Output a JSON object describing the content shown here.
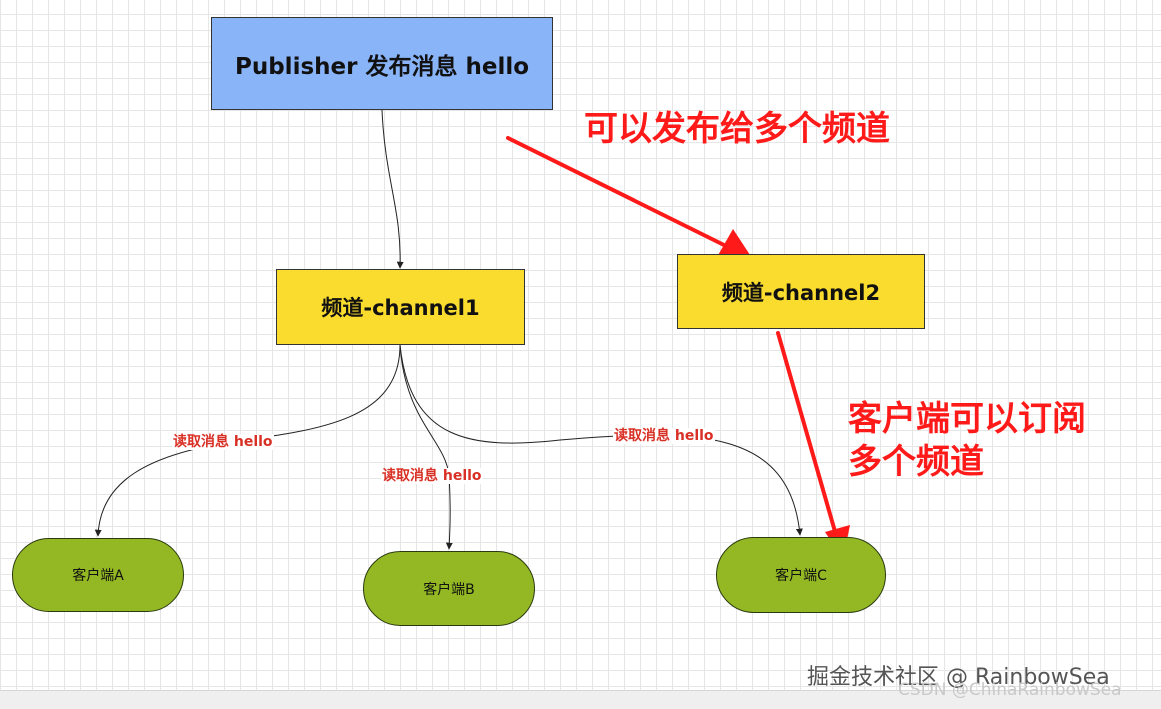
{
  "nodes": {
    "publisher": "Publisher 发布消息 hello",
    "channel1": "频道-channel1",
    "channel2": "频道-channel2",
    "client_a": "客户端A",
    "client_b": "客户端B",
    "client_c": "客户端C"
  },
  "edge_labels": {
    "to_a": "读取消息 hello",
    "to_b": "读取消息 hello",
    "to_c": "读取消息 hello"
  },
  "annotations": {
    "multi_channel_publish": "可以发布给多个频道",
    "client_subscribe_line1": "客户端可以订阅",
    "client_subscribe_line2": "多个频道"
  },
  "watermark": {
    "primary": "掘金技术社区 @ RainbowSea",
    "secondary": "CSDN @ChinaRainbowSea"
  },
  "colors": {
    "publisher_fill": "#8ab4f8",
    "channel_fill": "#f9dc2e",
    "client_fill": "#93b824",
    "annotation_red": "#ff1a1a",
    "edge_label_red": "#d93025"
  }
}
